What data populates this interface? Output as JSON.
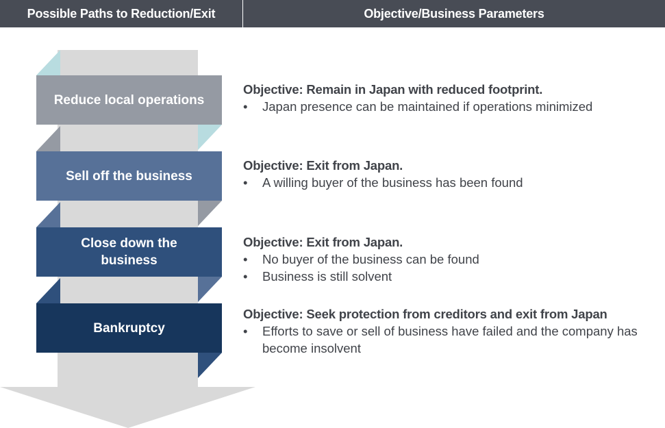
{
  "header": {
    "left_title": "Possible Paths to Reduction/Exit",
    "right_title": "Objective/Business Parameters",
    "background": "#484c55"
  },
  "paths": [
    {
      "label": "Reduce local operations",
      "color": "#959aa3",
      "fold_color": "#b8dce0",
      "objective": "Objective: Remain in Japan with reduced footprint.",
      "bullets": [
        "Japan presence can be maintained if operations minimized"
      ]
    },
    {
      "label": "Sell off the business",
      "color": "#577198",
      "fold_color": "#959aa3",
      "objective": "Objective: Exit from Japan.",
      "bullets": [
        "A willing buyer of the business has been found"
      ]
    },
    {
      "label": "Close down the business",
      "color": "#2f507c",
      "fold_color": "#577198",
      "objective": "Objective: Exit from Japan.",
      "bullets": [
        "No buyer of the business can be found",
        "Business is still solvent"
      ]
    },
    {
      "label": "Bankruptcy",
      "color": "#17365c",
      "fold_color": "#2f507c",
      "objective": "Objective: Seek protection from creditors and exit from Japan",
      "bullets": [
        "Efforts to save or sell of business have failed and the company has become insolvent"
      ]
    }
  ],
  "arrow": {
    "color": "#d9d9d9",
    "direction": "down"
  },
  "bullet_glyph": "•"
}
